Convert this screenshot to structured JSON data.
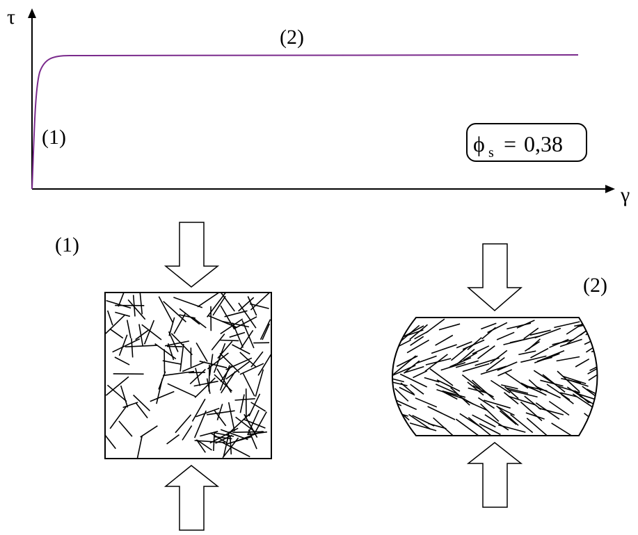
{
  "graph": {
    "y_axis_symbol": "τ",
    "x_axis_symbol": "γ",
    "regime_1_label": "(1)",
    "regime_2_label": "(2)",
    "curve_color": "#7a2a8c",
    "concentration": {
      "symbol": "ϕ",
      "subscript": "s",
      "equals": "=",
      "value": "0,38"
    }
  },
  "sketches": {
    "state_1_label": "(1)",
    "state_2_label": "(2)"
  }
}
